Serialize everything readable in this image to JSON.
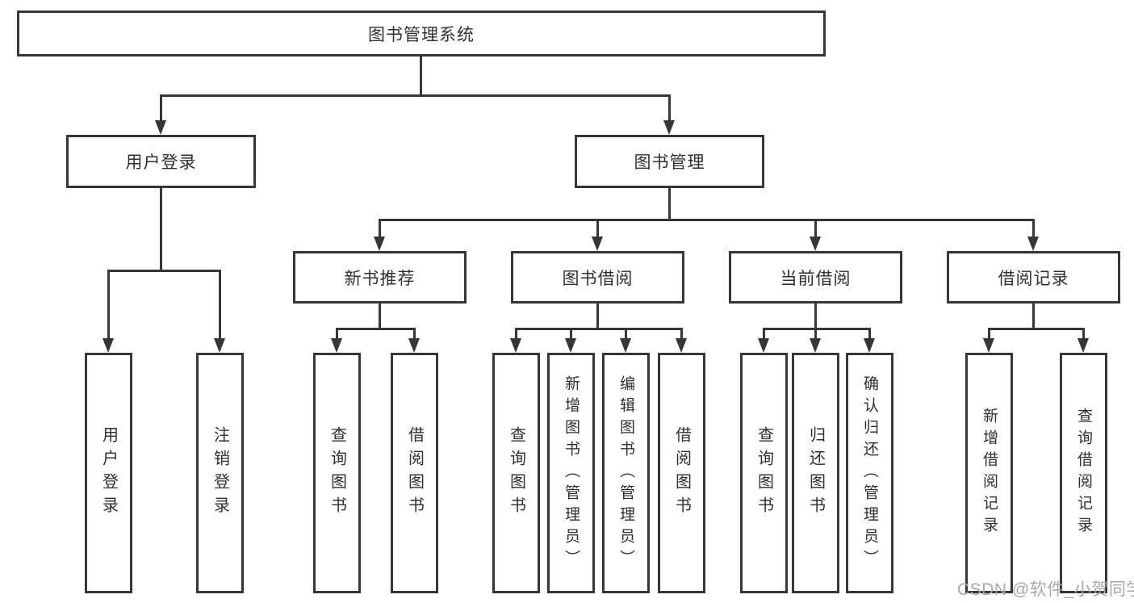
{
  "tree": {
    "root": {
      "label": "图书管理系统"
    },
    "l2": [
      {
        "label": "用户登录",
        "children": [
          {
            "label": "用户登录"
          },
          {
            "label": "注销登录"
          }
        ]
      },
      {
        "label": "图书管理",
        "children": [
          {
            "label": "新书推荐",
            "children": [
              {
                "label": "查询图书"
              },
              {
                "label": "借阅图书"
              }
            ]
          },
          {
            "label": "图书借阅",
            "children": [
              {
                "label": "查询图书"
              },
              {
                "label": "新增图书（管理员）"
              },
              {
                "label": "编辑图书（管理员）"
              },
              {
                "label": "借阅图书"
              }
            ]
          },
          {
            "label": "当前借阅",
            "children": [
              {
                "label": "查询图书"
              },
              {
                "label": "归还图书"
              },
              {
                "label": "确认归还（管理员）"
              }
            ]
          },
          {
            "label": "借阅记录",
            "children": [
              {
                "label": "新增借阅记录"
              },
              {
                "label": "查询借阅记录"
              }
            ]
          }
        ]
      }
    ]
  },
  "watermark": "CSDN @软件_小贺同学",
  "colors": {
    "line": "#363636",
    "text": "#2f2f2f",
    "watermark": "#a8a8a8",
    "background": "#ffffff"
  }
}
